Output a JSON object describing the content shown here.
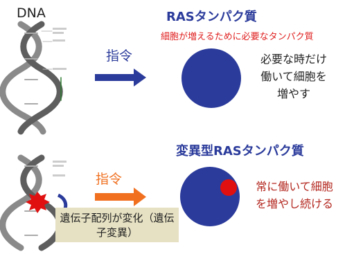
{
  "top": {
    "dna_label": "DNA",
    "command_label": "指令",
    "protein_title": "RASタンパク質",
    "protein_subtitle": "細胞が増えるために必要なタンパク質",
    "protein_description": "必要な時だけ働いて細胞を増やす"
  },
  "bottom": {
    "command_label": "指令",
    "protein_title": "変異型RASタンパク質",
    "mutation_box": "遺伝子配列が変化（遺伝子変異）",
    "protein_description": "常に働いて細胞を増やし続ける"
  },
  "colors": {
    "blue": "#2b3b9b",
    "orange": "#f07020",
    "red": "#e02020",
    "dark_red": "#b3261e",
    "box": "#e6e1c3"
  }
}
